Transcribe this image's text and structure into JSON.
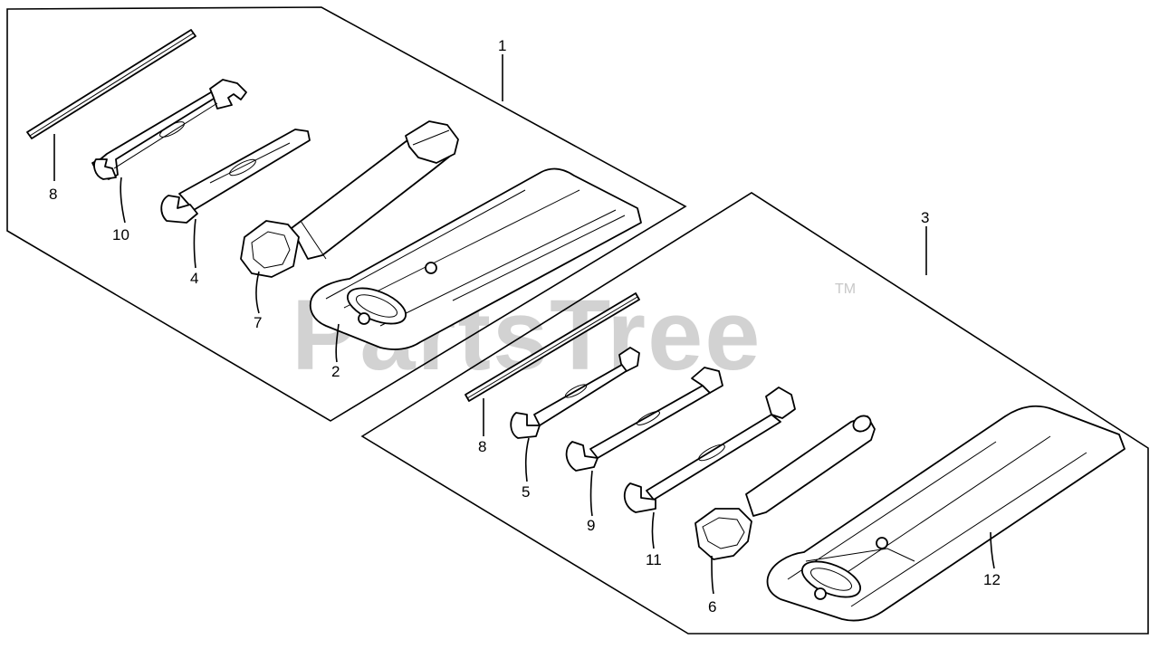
{
  "watermark": {
    "text": "PartsTree",
    "trademark": "TM"
  },
  "callouts": {
    "kit_a": "1",
    "kit_b": "3",
    "a_bar": "8",
    "a_wrench_small": "10",
    "a_wrench_large": "4",
    "a_plug_wrench": "7",
    "a_pouch": "2",
    "b_bar": "8",
    "b_wrench_1": "5",
    "b_wrench_2": "9",
    "b_wrench_3": "11",
    "b_plug_wrench": "6",
    "b_pouch": "12"
  }
}
